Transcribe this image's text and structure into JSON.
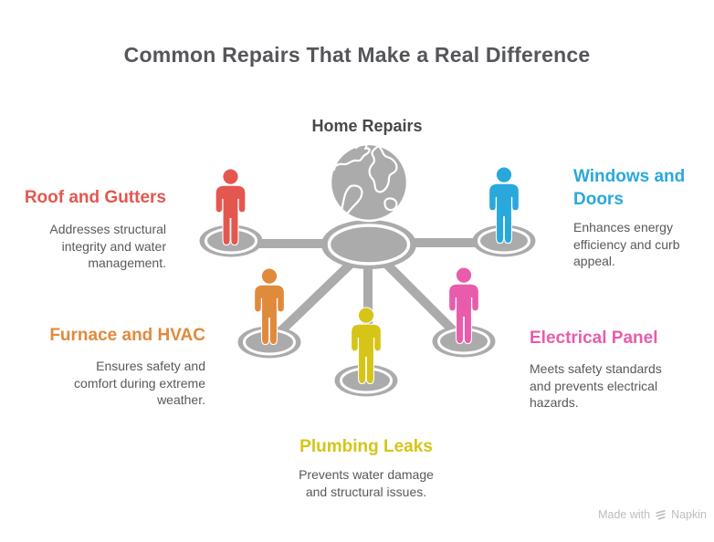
{
  "title": "Common Repairs That Make a Real Difference",
  "center": {
    "label": "Home Repairs"
  },
  "colors": {
    "red": "#E4574F",
    "cyan": "#29A8DC",
    "orange": "#E08A3C",
    "yellow": "#D6C417",
    "pink": "#E95CAC",
    "gray": "#ABABAB",
    "title_text": "#54565A",
    "center_text": "#47484A",
    "body_text": "#58595B",
    "watermark": "#BDBDBD"
  },
  "spokes": [
    {
      "label": "Roof and Gutters",
      "description": "Addresses structural integrity and water management."
    },
    {
      "label": "Windows and Doors",
      "description": "Enhances energy efficiency and curb appeal."
    },
    {
      "label": "Furnace and HVAC",
      "description": "Ensures safety and comfort during extreme weather."
    },
    {
      "label": "Electrical Panel",
      "description": "Meets safety standards and prevents electrical hazards."
    },
    {
      "label": "Plumbing Leaks",
      "description": "Prevents water damage and structural issues."
    }
  ],
  "watermark": {
    "prefix": "Made with",
    "brand": "Napkin"
  }
}
